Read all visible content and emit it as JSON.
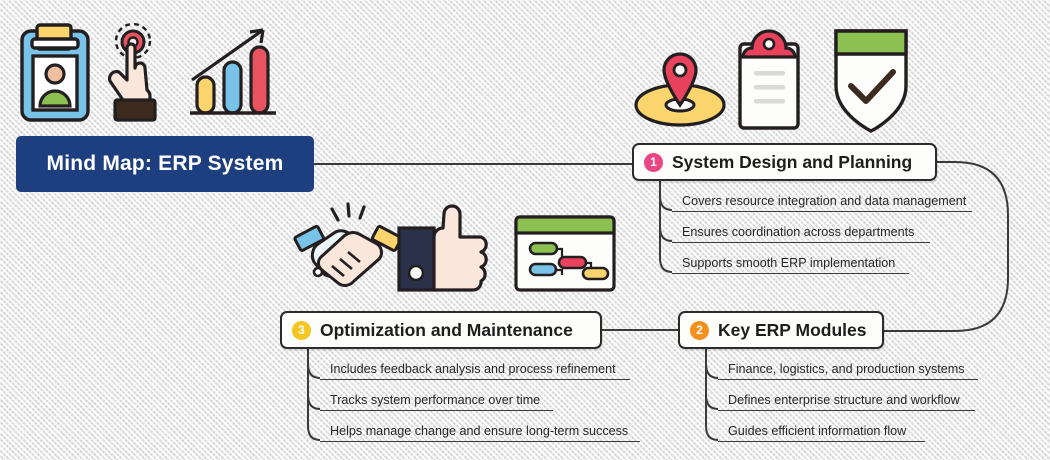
{
  "title": "Mind Map: ERP System",
  "colors": {
    "root_bg": "#1e3f7f",
    "badge_1": "#ec4583",
    "badge_2": "#f5901e",
    "badge_3": "#f4c61f",
    "line": "#3a3a3a",
    "background": "#f0f0f0"
  },
  "branches": [
    {
      "number": "1",
      "label": "System Design and Planning",
      "badge_color": "#ec4583",
      "items": [
        "Covers resource integration and data management",
        "Ensures coordination across departments",
        "Supports smooth ERP implementation"
      ]
    },
    {
      "number": "2",
      "label": "Key ERP Modules",
      "badge_color": "#f5901e",
      "items": [
        "Finance, logistics, and production systems",
        "Defines enterprise structure and workflow",
        "Guides efficient information flow"
      ]
    },
    {
      "number": "3",
      "label": "Optimization and Maintenance",
      "badge_color": "#f4c61f",
      "items": [
        "Includes feedback analysis and process refinement",
        "Tracks system performance over time",
        "Helps manage change and ensure long-term success"
      ]
    }
  ],
  "icons": {
    "top_left": [
      "id-badge-icon",
      "tap-hand-icon",
      "bar-chart-growth-icon"
    ],
    "top_right": [
      "map-pin-icon",
      "clipboard-icon",
      "shield-check-icon"
    ],
    "middle": [
      "handshake-icon",
      "thumbs-up-icon",
      "gantt-chart-icon"
    ]
  }
}
